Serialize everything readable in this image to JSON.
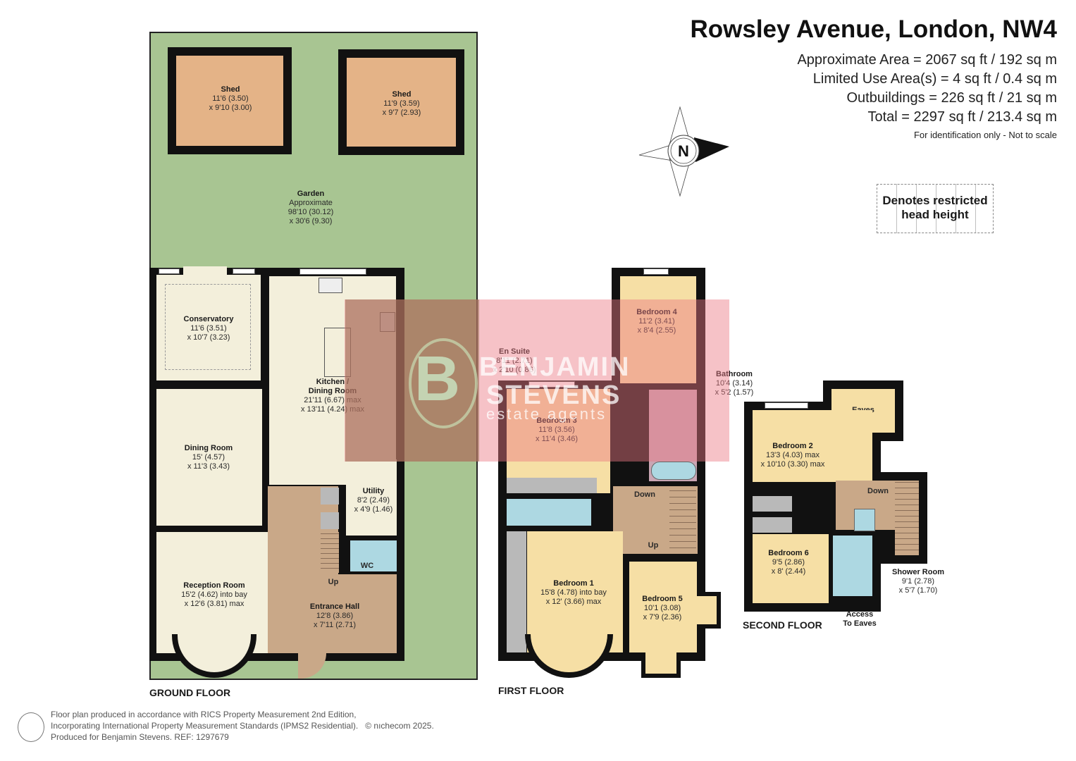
{
  "header": {
    "title": "Rowsley Avenue, London, NW4",
    "areas": [
      "Approximate Area = 2067 sq ft / 192 sq m",
      "Limited Use Area(s) = 4 sq ft / 0.4 sq m",
      "Outbuildings = 226 sq ft / 21 sq m",
      "Total = 2297 sq ft / 213.4 sq m"
    ],
    "note": "For identification only - Not to scale"
  },
  "compass": {
    "label": "N",
    "icon": "compass-north-icon"
  },
  "legend": {
    "text": "Denotes restricted head height"
  },
  "watermark": {
    "line1": "BENJAMIN",
    "line2": "STEVENS",
    "line3": "estate agents",
    "logo_letter": "B"
  },
  "floors": {
    "ground": {
      "label": "GROUND FLOOR",
      "rooms": {
        "shed1": {
          "name": "Shed",
          "dim1": "11'6 (3.50)",
          "dim2": "x 9'10 (3.00)"
        },
        "shed2": {
          "name": "Shed",
          "dim1": "11'9 (3.59)",
          "dim2": "x 9'7 (2.93)"
        },
        "garden": {
          "name": "Garden",
          "dim0": "Approximate",
          "dim1": "98'10 (30.12)",
          "dim2": "x 30'6 (9.30)"
        },
        "conservatory": {
          "name": "Conservatory",
          "dim1": "11'6 (3.51)",
          "dim2": "x 10'7 (3.23)"
        },
        "kitchen": {
          "name": "Kitchen /",
          "name2": "Dining Room",
          "dim1": "21'11 (6.67) max",
          "dim2": "x 13'11 (4.24) max"
        },
        "dining": {
          "name": "Dining Room",
          "dim1": "15' (4.57)",
          "dim2": "x 11'3 (3.43)"
        },
        "utility": {
          "name": "Utility",
          "dim1": "8'2 (2.49)",
          "dim2": "x 4'9 (1.46)"
        },
        "wc": {
          "name": "WC"
        },
        "reception": {
          "name": "Reception Room",
          "dim1": "15'2 (4.62) into bay",
          "dim2": "x 12'6 (3.81) max"
        },
        "hall": {
          "name": "Entrance Hall",
          "dim1": "12'8 (3.86)",
          "dim2": "x 7'11 (2.71)"
        },
        "stairs": {
          "label": "Up"
        }
      }
    },
    "first": {
      "label": "FIRST FLOOR",
      "rooms": {
        "bedroom4": {
          "name": "Bedroom 4",
          "dim1": "11'2 (3.41)",
          "dim2": "x 8'4 (2.55)"
        },
        "ensuite": {
          "name": "En Suite",
          "dim1": "8'11 (2.71)",
          "dim2": "x 2'10 (0.86)"
        },
        "bathroom": {
          "name": "Bathroom",
          "dim1": "10'4 (3.14)",
          "dim2": "x 5'2 (1.57)"
        },
        "bedroom3": {
          "name": "Bedroom 3",
          "dim1": "11'8 (3.56)",
          "dim2": "x 11'4 (3.46)"
        },
        "bedroom1": {
          "name": "Bedroom 1",
          "dim1": "15'8 (4.78) into bay",
          "dim2": "x 12' (3.66) max"
        },
        "bedroom5": {
          "name": "Bedroom 5",
          "dim1": "10'1 (3.08)",
          "dim2": "x 7'9 (2.36)"
        },
        "stairs_down": "Down",
        "stairs_up": "Up"
      }
    },
    "second": {
      "label": "SECOND FLOOR",
      "rooms": {
        "eaves": {
          "name": "Eaves"
        },
        "bedroom2": {
          "name": "Bedroom 2",
          "dim1": "13'3 (4.03) max",
          "dim2": "x 10'10 (3.30) max"
        },
        "bedroom6": {
          "name": "Bedroom 6",
          "dim1": "9'5 (2.86)",
          "dim2": "x 8' (2.44)"
        },
        "shower": {
          "name": "Shower Room",
          "dim1": "9'1 (2.78)",
          "dim2": "x 5'7 (1.70)"
        },
        "access": {
          "line1": "Access",
          "line2": "To Eaves"
        },
        "stairs_down": "Down"
      }
    }
  },
  "footer": {
    "line1": "Floor plan produced in accordance with RICS Property Measurement 2nd Edition,",
    "line2": "Incorporating International Property Measurement Standards (IPMS2 Residential).",
    "copyright": "© nıchecom 2025.",
    "line3": "Produced for Benjamin Stevens.   REF: 1297679"
  },
  "colors": {
    "garden": "#a8c592",
    "shed": "#e4b387",
    "cream": "#f3efdb",
    "hall": "#c9a888",
    "bedroom": "#f6dfa5",
    "bathroom": "#add8e2",
    "watermark": "#ec7882"
  }
}
